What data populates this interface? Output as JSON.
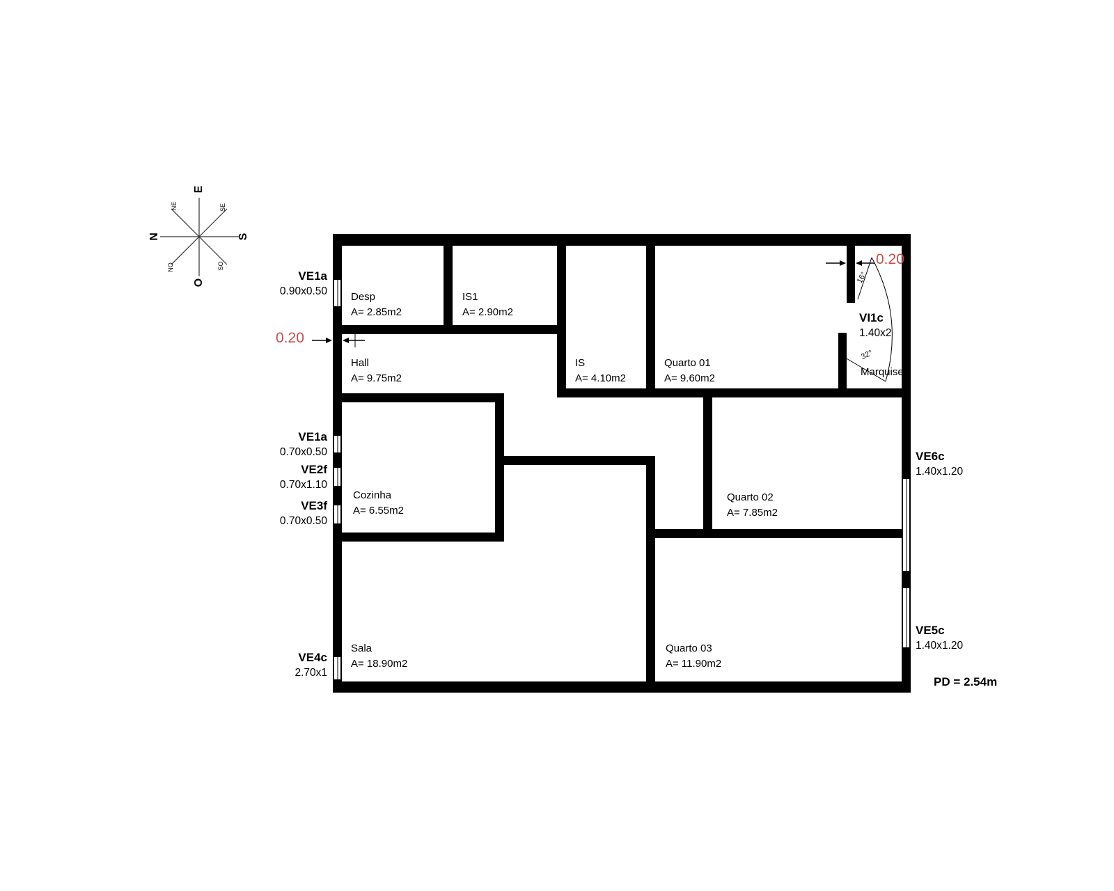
{
  "compass": {
    "e": "E",
    "n": "N",
    "s": "S",
    "o": "O",
    "ne": "NE",
    "se": "SE",
    "no": "NO",
    "so": "SO"
  },
  "rooms": {
    "desp": {
      "name": "Desp",
      "area": "A= 2.85m2"
    },
    "is1": {
      "name": "IS1",
      "area": "A= 2.90m2"
    },
    "is": {
      "name": "IS",
      "area": "A= 4.10m2"
    },
    "quarto01": {
      "name": "Quarto 01",
      "area": "A= 9.60m2"
    },
    "hall": {
      "name": "Hall",
      "area": "A= 9.75m2"
    },
    "cozinha": {
      "name": "Cozinha",
      "area": "A= 6.55m2"
    },
    "quarto02": {
      "name": "Quarto 02",
      "area": "A= 7.85m2"
    },
    "sala": {
      "name": "Sala",
      "area": "A= 18.90m2"
    },
    "quarto03": {
      "name": "Quarto 03",
      "area": "A= 11.90m2"
    },
    "marquise": {
      "name": "Marquise"
    }
  },
  "openings": {
    "ve1a_top": {
      "code": "VE1a",
      "size": "0.90x0.50"
    },
    "ve1a_mid": {
      "code": "VE1a",
      "size": "0.70x0.50"
    },
    "ve2f": {
      "code": "VE2f",
      "size": "0.70x1.10"
    },
    "ve3f": {
      "code": "VE3f",
      "size": "0.70x0.50"
    },
    "ve4c": {
      "code": "VE4c",
      "size": "2.70x1"
    },
    "vi1c": {
      "code": "VI1c",
      "size": "1.40x2"
    },
    "ve6c": {
      "code": "VE6c",
      "size": "1.40x1.20"
    },
    "ve5c": {
      "code": "VE5c",
      "size": "1.40x1.20"
    }
  },
  "dimensions": {
    "wall_left": "0.20",
    "wall_right": "0.20",
    "angle_top": "16°",
    "angle_bottom": "32°",
    "ceiling_height": "PD = 2.54m"
  },
  "colors": {
    "wall": "#000000",
    "dimension_text": "#c94f4f"
  }
}
